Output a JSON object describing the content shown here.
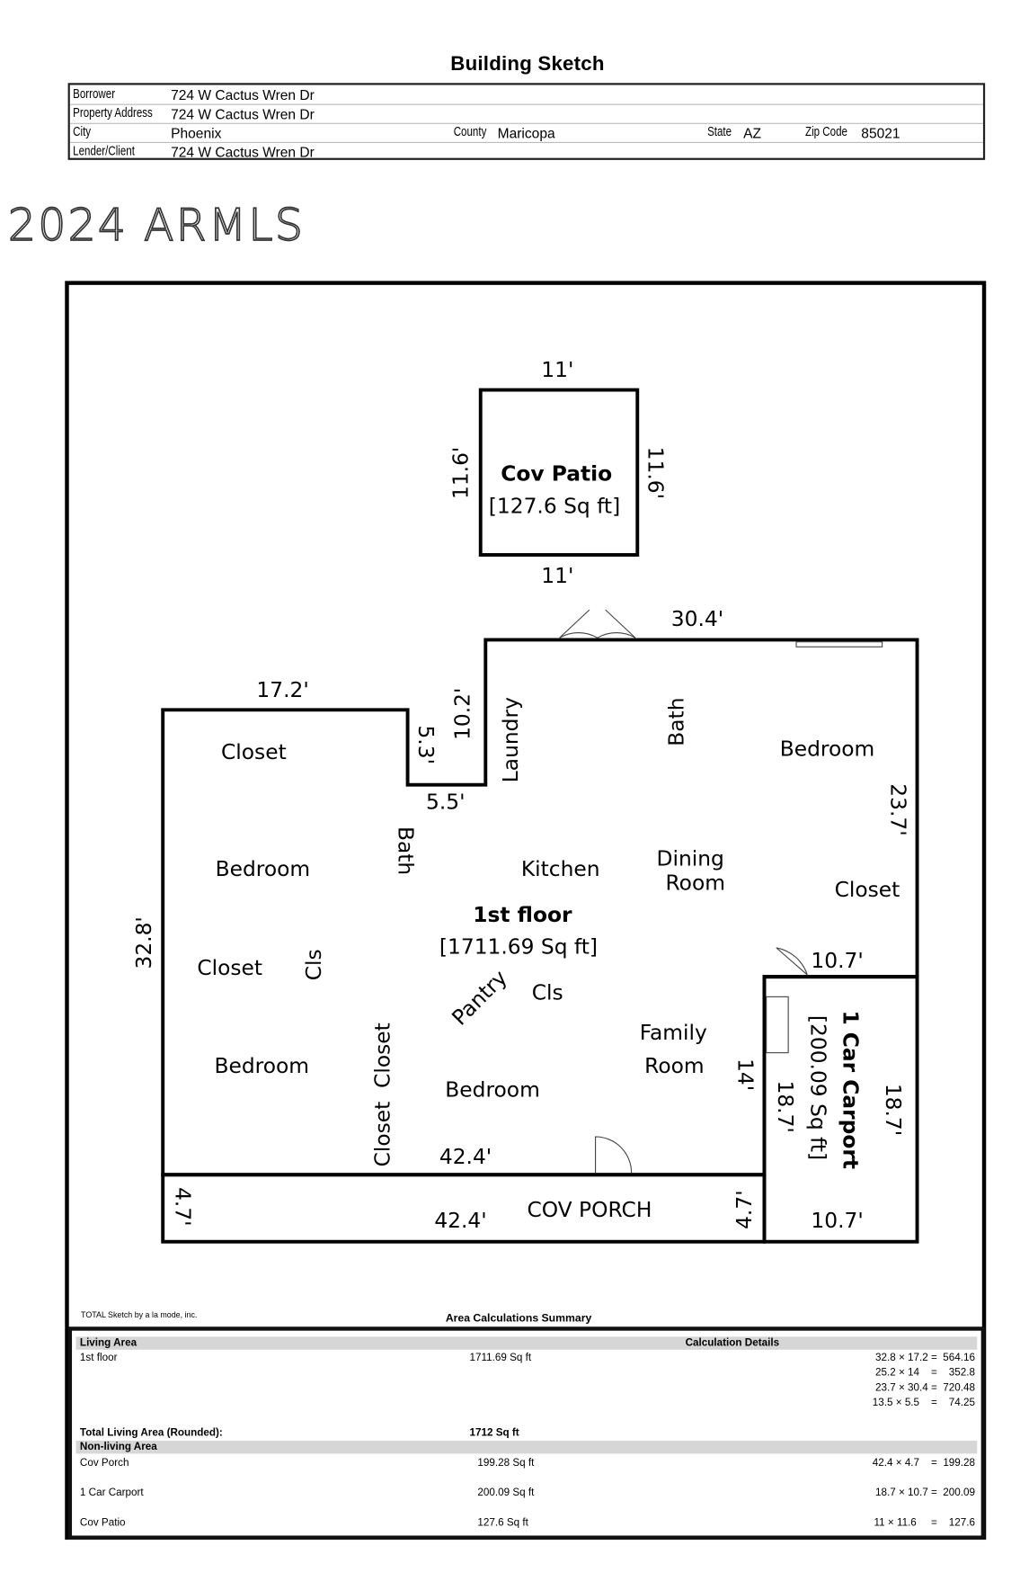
{
  "title": "Building Sketch",
  "header": {
    "borrower_label": "Borrower",
    "borrower": "724 W Cactus Wren Dr",
    "address_label": "Property Address",
    "address": "724 W Cactus Wren Dr",
    "city_label": "City",
    "city": "Phoenix",
    "county_label": "County",
    "county": "Maricopa",
    "state_label": "State",
    "state": "AZ",
    "zip_label": "Zip Code",
    "zip": "85021",
    "lender_label": "Lender/Client",
    "lender": "724 W Cactus Wren Dr"
  },
  "sketch": {
    "patio": {
      "name": "Cov Patio",
      "area": "[127.6 Sq ft]",
      "top": "11'",
      "bottom": "11'",
      "left": "11.6'",
      "right": "11.6'"
    },
    "floor": {
      "name": "1st floor",
      "area": "[1711.69 Sq ft]"
    },
    "dims": {
      "top_main": "30.4'",
      "top_left": "17.2'",
      "step_v": "10.2'",
      "step_v2": "5.3'",
      "step_h": "5.5'",
      "right": "23.7'",
      "left": "32.8'",
      "carport_top": "10.7'",
      "bottom_inner": "42.4'",
      "inner_14": "14'",
      "inner_187": "18.7'"
    },
    "rooms": {
      "closet1": "Closet",
      "laundry": "Laundry",
      "bath1": "Bath",
      "bedroom1": "Bedroom",
      "bath2": "Bath",
      "bedroom2": "Bedroom",
      "kitchen": "Kitchen",
      "dining1": "Dining",
      "dining2": "Room",
      "closet2": "Closet",
      "closet3": "Closet",
      "cls1": "Cls",
      "pantry": "Pantry",
      "cls2": "Cls",
      "family1": "Family",
      "family2": "Room",
      "bedroom3": "Bedroom",
      "closets": "Closet  Closet",
      "bedroom4": "Bedroom"
    },
    "carport": {
      "name": "1 Car Carport",
      "area": "[200.09 Sq ft]",
      "right": "18.7'",
      "bottom": "10.7'"
    },
    "porch": {
      "name": "COV PORCH",
      "length": "42.4'",
      "left": "4.7'",
      "right": "4.7'"
    }
  },
  "credit": "TOTAL Sketch by a la mode, inc.",
  "summary": {
    "title": "Area Calculations Summary",
    "living_header": "Living Area",
    "calc_header": "Calculation Details",
    "living_rows": [
      {
        "name": "1st floor",
        "area": "1711.69 Sq ft"
      }
    ],
    "calcs": [
      "32.8 × 17.2 =  564.16",
      "25.2 × 14    =    352.8",
      "23.7 × 30.4 =  720.48",
      "13.5 × 5.5    =    74.25"
    ],
    "total_label": "Total Living Area (Rounded):",
    "total": "1712 Sq ft",
    "nonliving_header": "Non-living Area",
    "nonliving_rows": [
      {
        "name": "Cov Porch",
        "area": "199.28 Sq ft",
        "calc": "42.4 × 4.7    =  199.28"
      },
      {
        "name": "1 Car Carport",
        "area": "200.09 Sq ft",
        "calc": "18.7 × 10.7 =  200.09"
      },
      {
        "name": "Cov Patio",
        "area": "127.6 Sq ft",
        "calc": "11 × 11.6     =    127.6"
      }
    ]
  },
  "watermark": "2024 ARMLS"
}
